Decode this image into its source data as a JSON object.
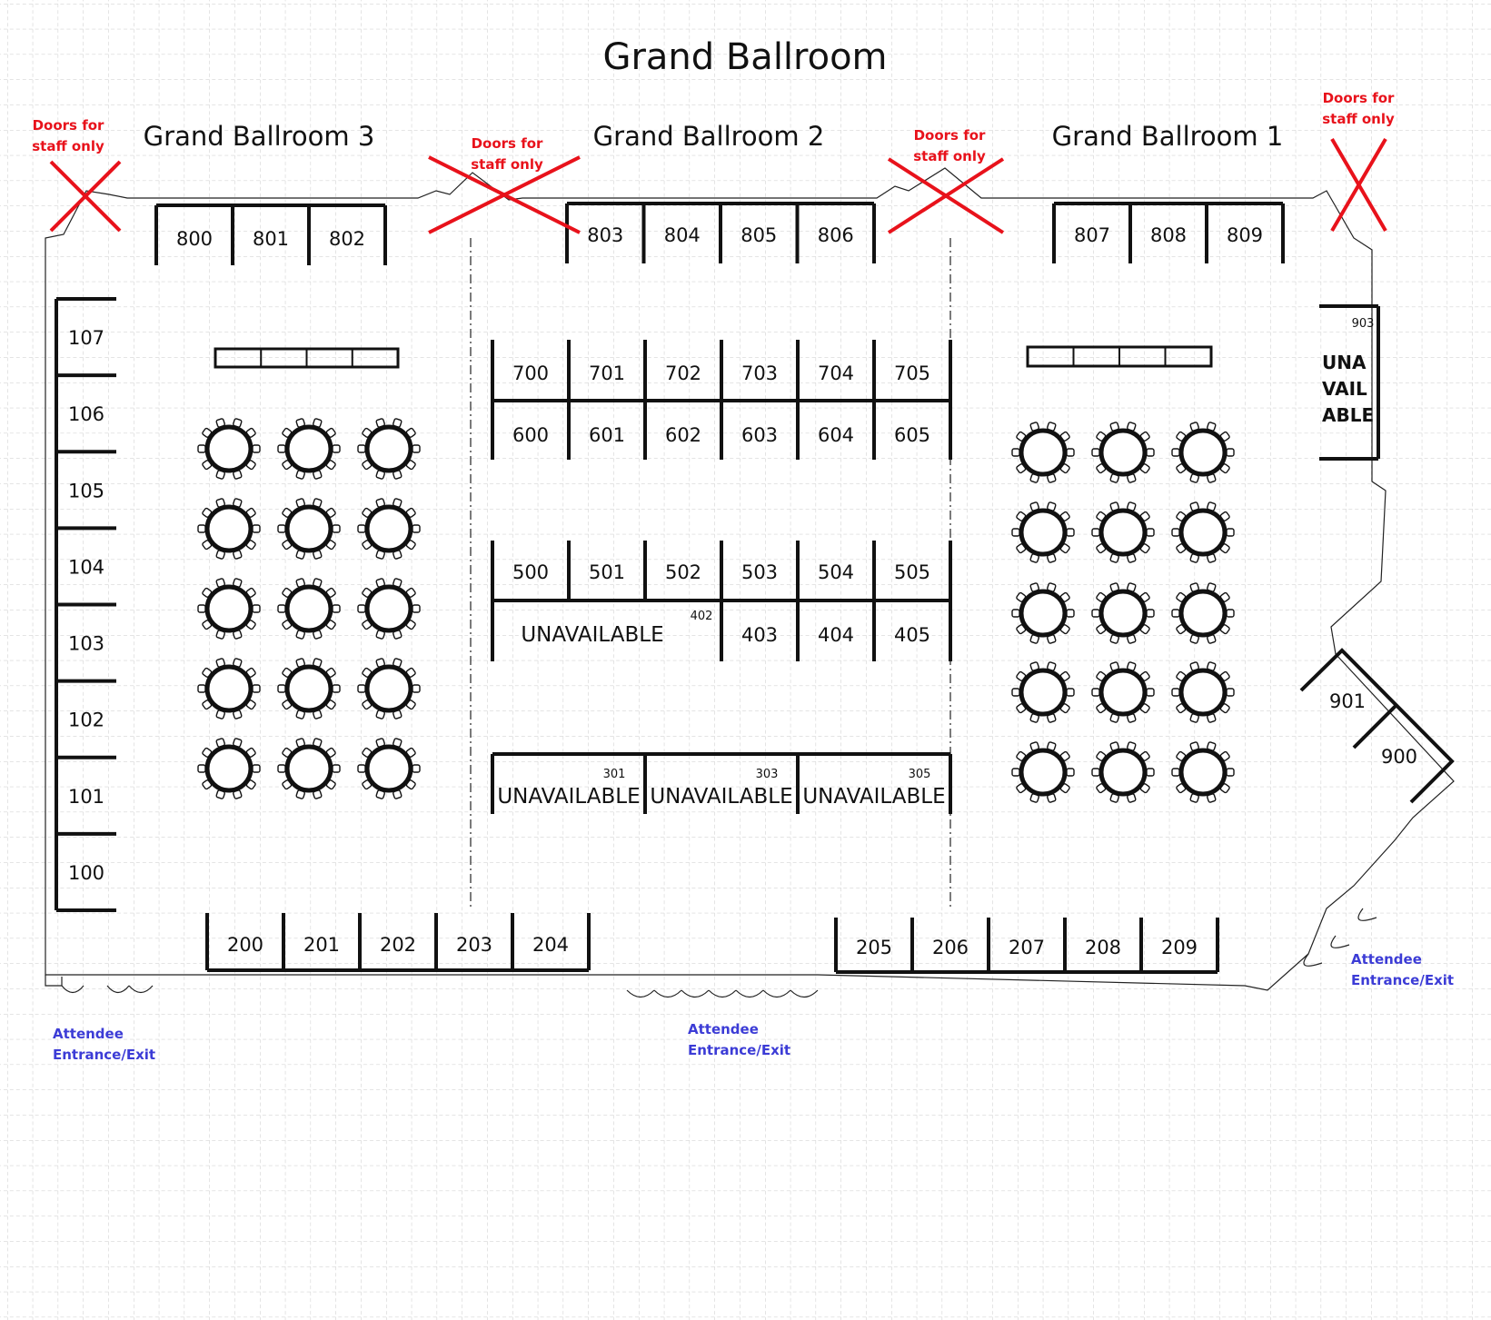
{
  "title": "Grand Ballroom",
  "rooms": [
    "Grand Ballroom  3",
    "Grand Ballroom  2",
    "Grand Ballroom  1"
  ],
  "staff_label": [
    "Doors for",
    "staff only"
  ],
  "attendee_label": [
    "Attendee",
    "Entrance/Exit"
  ],
  "unavailable": "UNAVAILABLE",
  "booths": {
    "top3": [
      "800",
      "801",
      "802"
    ],
    "top2": [
      "803",
      "804",
      "805",
      "806"
    ],
    "top1": [
      "807",
      "808",
      "809"
    ],
    "left": [
      "107",
      "106",
      "105",
      "104",
      "103",
      "102",
      "101",
      "100"
    ],
    "row700": [
      "700",
      "701",
      "702",
      "703",
      "704",
      "705"
    ],
    "row600": [
      "600",
      "601",
      "602",
      "603",
      "604",
      "605"
    ],
    "row500": [
      "500",
      "501",
      "502",
      "503",
      "504",
      "505"
    ],
    "row400": [
      "403",
      "404",
      "405"
    ],
    "small": [
      "402",
      "301",
      "303",
      "305",
      "903"
    ],
    "bottom_left": [
      "200",
      "201",
      "202",
      "203",
      "204"
    ],
    "bottom_right": [
      "205",
      "206",
      "207",
      "208",
      "209"
    ],
    "right": [
      "901",
      "900"
    ]
  },
  "una_vail_able": [
    "UNA",
    "VAIL",
    "ABLE"
  ]
}
